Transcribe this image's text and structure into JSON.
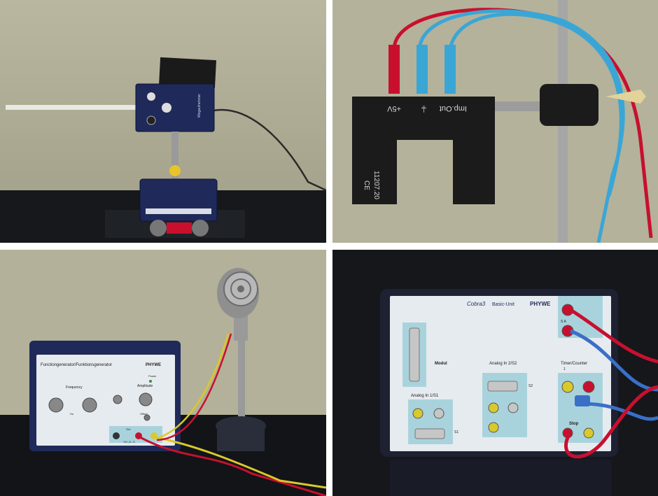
{
  "panels": {
    "top_left": {
      "device_label": "Wegaufnehmer"
    },
    "top_right": {
      "port_labels": [
        "+5V",
        "⏚",
        "Imp.Out"
      ],
      "ce_mark": "CE",
      "part_number": "11207.20"
    },
    "bottom_left": {
      "title": "Functiongenerator/Funktionsgenerator",
      "brand": "PHYWE",
      "frequency_label": "Frequency",
      "amplitude_label": "Amplitude",
      "power_label": "Power",
      "offset_label": "Offset",
      "hz_label": "Hz",
      "out_label": "Out",
      "out_sub_label": "10V_/6...Ω"
    },
    "bottom_right": {
      "logo": "Cobra3",
      "title": "Basic-Unit",
      "brand": "PHYWE",
      "modul_label": "Modul",
      "analog1_label": "Analog In 1/S1",
      "analog2_label": "Analog In 2/S2",
      "s1_label": "S1",
      "s2_label": "S2",
      "timer_label": "Timer/Counter",
      "timer_sub": "1",
      "stop_label": "Stop",
      "sa_label": "S A"
    }
  },
  "colors": {
    "wall": "#b7b49a",
    "table": "#14161a",
    "device_blue": "#1f2a5a",
    "panel_face": "#e6ebef",
    "cable_red": "#c8102e",
    "cable_blue": "#3aa6d6",
    "cable_yellow": "#d9c92b"
  }
}
